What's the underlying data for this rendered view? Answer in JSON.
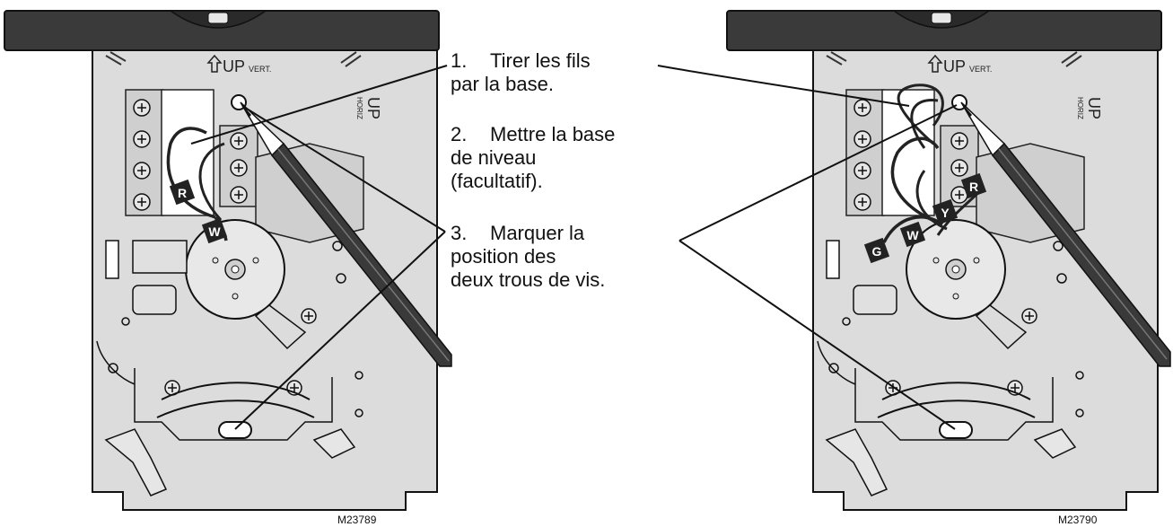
{
  "steps": [
    {
      "number": "1.",
      "line1": "Tirer les fils",
      "line2": "par la base."
    },
    {
      "number": "2.",
      "line1": "Mettre la base",
      "line2": "de niveau",
      "line3": "(facultatif)."
    },
    {
      "number": "3.",
      "line1": "Marquer la",
      "line2": "position des",
      "line3": "deux trous de vis."
    }
  ],
  "figures": {
    "left_code": "M23789",
    "right_code": "M23790",
    "left_wire_labels": [
      "R",
      "W"
    ],
    "right_wire_labels": [
      "R",
      "Y",
      "W",
      "G"
    ],
    "up_vert": "UP",
    "up_vert_sub": "VERT.",
    "up_horiz": "UP",
    "up_horiz_sub": "HORIZ"
  },
  "colors": {
    "level_bar": "#3a3a3a",
    "plate": "#dcdcdc",
    "line": "#111111"
  }
}
